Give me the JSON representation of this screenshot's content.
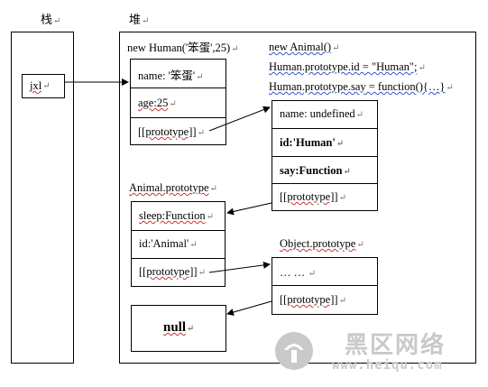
{
  "headers": {
    "stack": "栈",
    "heap": "堆"
  },
  "stack": {
    "var": "jxl"
  },
  "heap": {
    "human_title": "new Human('笨蛋',25)",
    "human_fields": [
      "name: '笨蛋'",
      "age:25",
      "[[prototype]]"
    ],
    "animal_code": [
      "new Animal()",
      "Human.prototype.id = \"Human\";",
      "Human.prototype.say = function(){…}"
    ],
    "animal_fields": [
      "name: undefined",
      "id:'Human'",
      "say:Function",
      "[[prototype]]"
    ],
    "animal_proto_title": "Animal.prototype",
    "animal_proto_fields": [
      "sleep:Function",
      "id:'Animal'",
      "[[prototype]]"
    ],
    "object_proto_title": "Object.prototype",
    "object_proto_fields": [
      "… …",
      "[[prototype]]"
    ],
    "null_label": "null"
  },
  "watermark": {
    "brand": "黑区网络",
    "url": "www.heiqu.com"
  },
  "colors": {
    "line": "#000000",
    "squiggle_red": "#cc3333",
    "squiggle_blue": "#3355cc",
    "watermark": "#c9c9c9"
  }
}
